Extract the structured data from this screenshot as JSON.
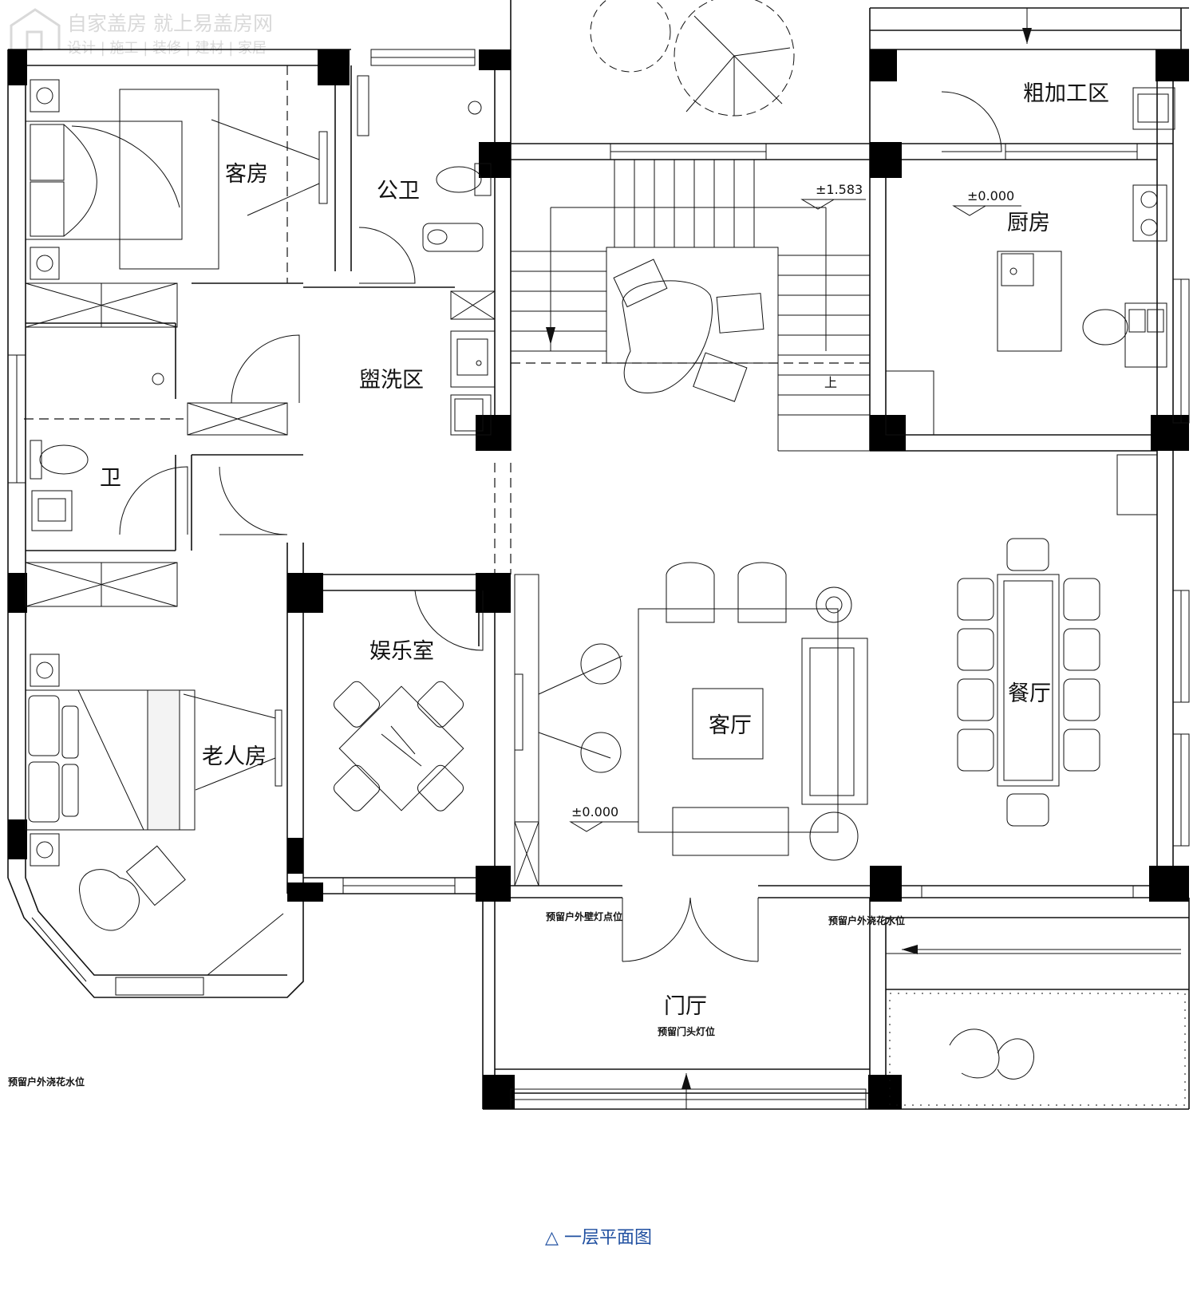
{
  "watermark": {
    "line1": "自家盖房 就上易盖房网",
    "line2": "设计 | 施工 | 装修 | 建材 | 家居",
    "logo": "house-logo-icon"
  },
  "rooms": {
    "guest_room": "客房",
    "public_bath": "公卫",
    "washing_area": "盥洗区",
    "bath": "卫",
    "rough_processing": "粗加工区",
    "kitchen": "厨房",
    "entertainment": "娱乐室",
    "elder_room": "老人房",
    "living_room": "客厅",
    "dining_room": "餐厅",
    "foyer": "门厅"
  },
  "levels": {
    "stair": "±1.583",
    "kitchen": "±0.000",
    "living": "±0.000"
  },
  "stair_label": "上",
  "notes": {
    "wall_light": "预留户外壁灯点位",
    "flower_water_right": "预留户外浇花水位",
    "door_light": "预留门头灯位",
    "flower_water_left": "预留户外浇花水位"
  },
  "caption": "△ 一层平面图",
  "colors": {
    "caption": "#1f4fa0",
    "lines": "#111111",
    "watermark": "#d9d9d9"
  }
}
